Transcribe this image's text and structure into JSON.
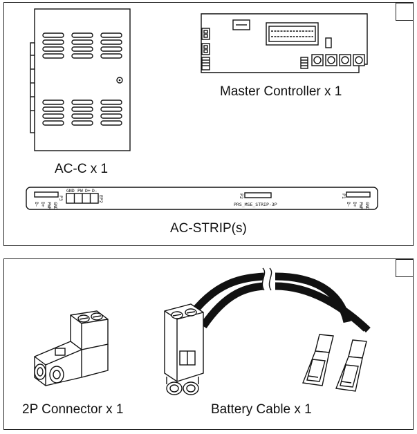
{
  "top_panel": {
    "ac_c_label": "AC-C x 1",
    "master_controller_label": "Master Controller x 1",
    "ac_strip_label": "AC-STRIP(s)",
    "strip": {
      "part_number": "PRS_MSE_STRIP-3P",
      "p3_label": "P3",
      "p2_label": "P2",
      "p1_label": "P1",
      "ep2_label": "EP2",
      "left_pins": [
        "D-",
        "D+",
        "PWR",
        "GND"
      ],
      "ep2_pins": [
        "GND",
        "PW",
        "D+",
        "D-"
      ],
      "right_pins": [
        "D-",
        "D+",
        "PWR",
        "GND"
      ]
    }
  },
  "bottom_panel": {
    "connector_label": "2P Connector x 1",
    "battery_cable_label": "Battery Cable x 1"
  }
}
